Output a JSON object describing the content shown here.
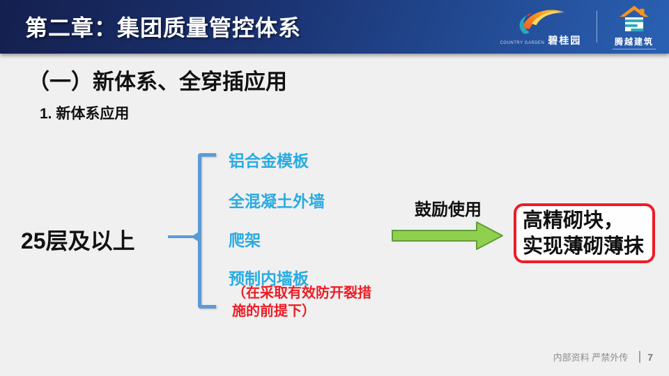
{
  "header": {
    "title": "第二章：集团质量管控体系",
    "logos": {
      "country_garden": {
        "name": "碧桂园",
        "subtext": "COUNTRY GARDEN"
      },
      "tengyue": {
        "name": "腾越建筑"
      }
    }
  },
  "content": {
    "section_title": "（一）新体系、全穿插应用",
    "subsection_title": "1. 新体系应用",
    "condition_label": "25层及以上",
    "system_items": [
      "铝合金模板",
      "全混凝土外墙",
      "爬架",
      "预制内墙板"
    ],
    "item_note": {
      "line1": "（在采取有效防开裂措",
      "line2": "施的前提下）"
    },
    "arrow_label": "鼓励使用",
    "result_box": {
      "line1": "高精砌块，",
      "line2": "实现薄砌薄抹"
    }
  },
  "footer": {
    "confidentiality_notice": "内部资料 严禁外传",
    "page_number": "7"
  },
  "colors": {
    "header_gradient_start": "#141F4E",
    "header_gradient_end": "#2A61B4",
    "accent_cyan": "#29ABE2",
    "accent_red": "#ED1C24",
    "arrow_green": "#8FD14F",
    "arrow_green_border": "#619B38",
    "bracket_blue": "#5B9BD5",
    "background": "#F0F0F0",
    "footer_text": "#8C8C8C"
  }
}
